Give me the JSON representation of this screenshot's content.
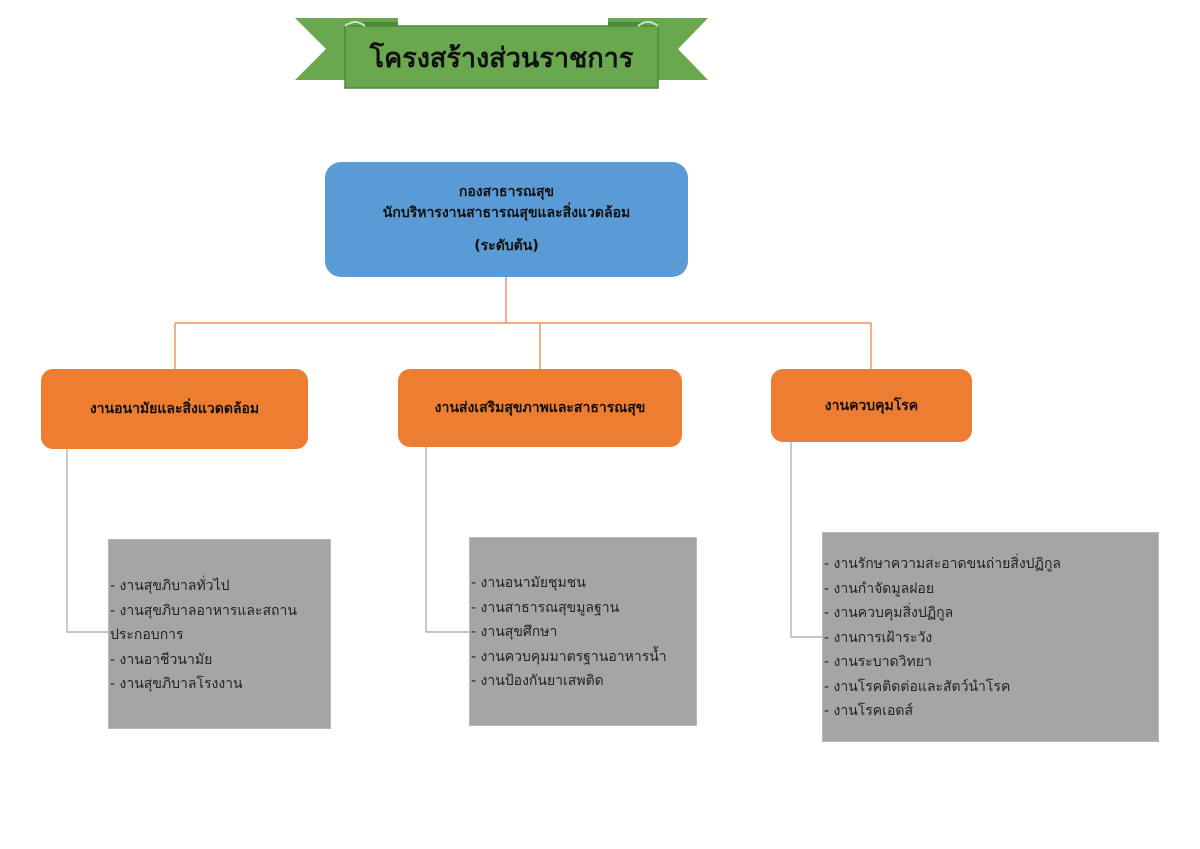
{
  "banner": {
    "title": "โครงสร้างส่วนราชการ",
    "colors": {
      "ribbon": "#6aa84f",
      "ribbon_dark": "#4f8a35"
    }
  },
  "top_unit": {
    "name": "กองสาธารณสุข",
    "position": "นักบริหารงานสาธารณสุขและสิ่งแวดล้อม",
    "level": "(ระดับต้น)",
    "color": "#5b9bd5"
  },
  "departments": [
    {
      "name": "งานอนามัยและสิ่งแวดดล้อม",
      "tasks": [
        "- งานสุขภิบาลทั่วไป",
        "- งานสุขภิบาลอาหารและสถาน",
        "ประกอบการ",
        "- งานอาชีวนามัย",
        "- งานสุขภิบาลโรงงาน"
      ]
    },
    {
      "name": "งานส่งเสริมสุขภาพและสาธารณสุข",
      "tasks": [
        "- งานอนามัยชุมชน",
        "- งานสาธารณสุขมูลฐาน",
        "- งานสุขศึกษา",
        "- งานควบคุมมาตรฐานอาหารน้ำ",
        "- งานป้องกันยาเสพติด"
      ]
    },
    {
      "name": "งานควบคุมโรค",
      "tasks": [
        "- งานรักษาความสะอาดขนถ่ายสิ่งปฏิกูล",
        "- งานกำจัดมูลฝอย",
        "- งานควบคุมสิ่งปฏิกูล",
        "- งานการเฝ้าระวัง",
        "- งานระบาดวิทยา",
        "- งานโรคติดต่อและสัตว์นำโรค",
        "- งานโรคเอดส์"
      ]
    }
  ],
  "colors": {
    "department": "#ed7d31",
    "task_box": "#a5a5a5",
    "connector": "#ed7d31",
    "task_connector": "#a5a5a5"
  }
}
